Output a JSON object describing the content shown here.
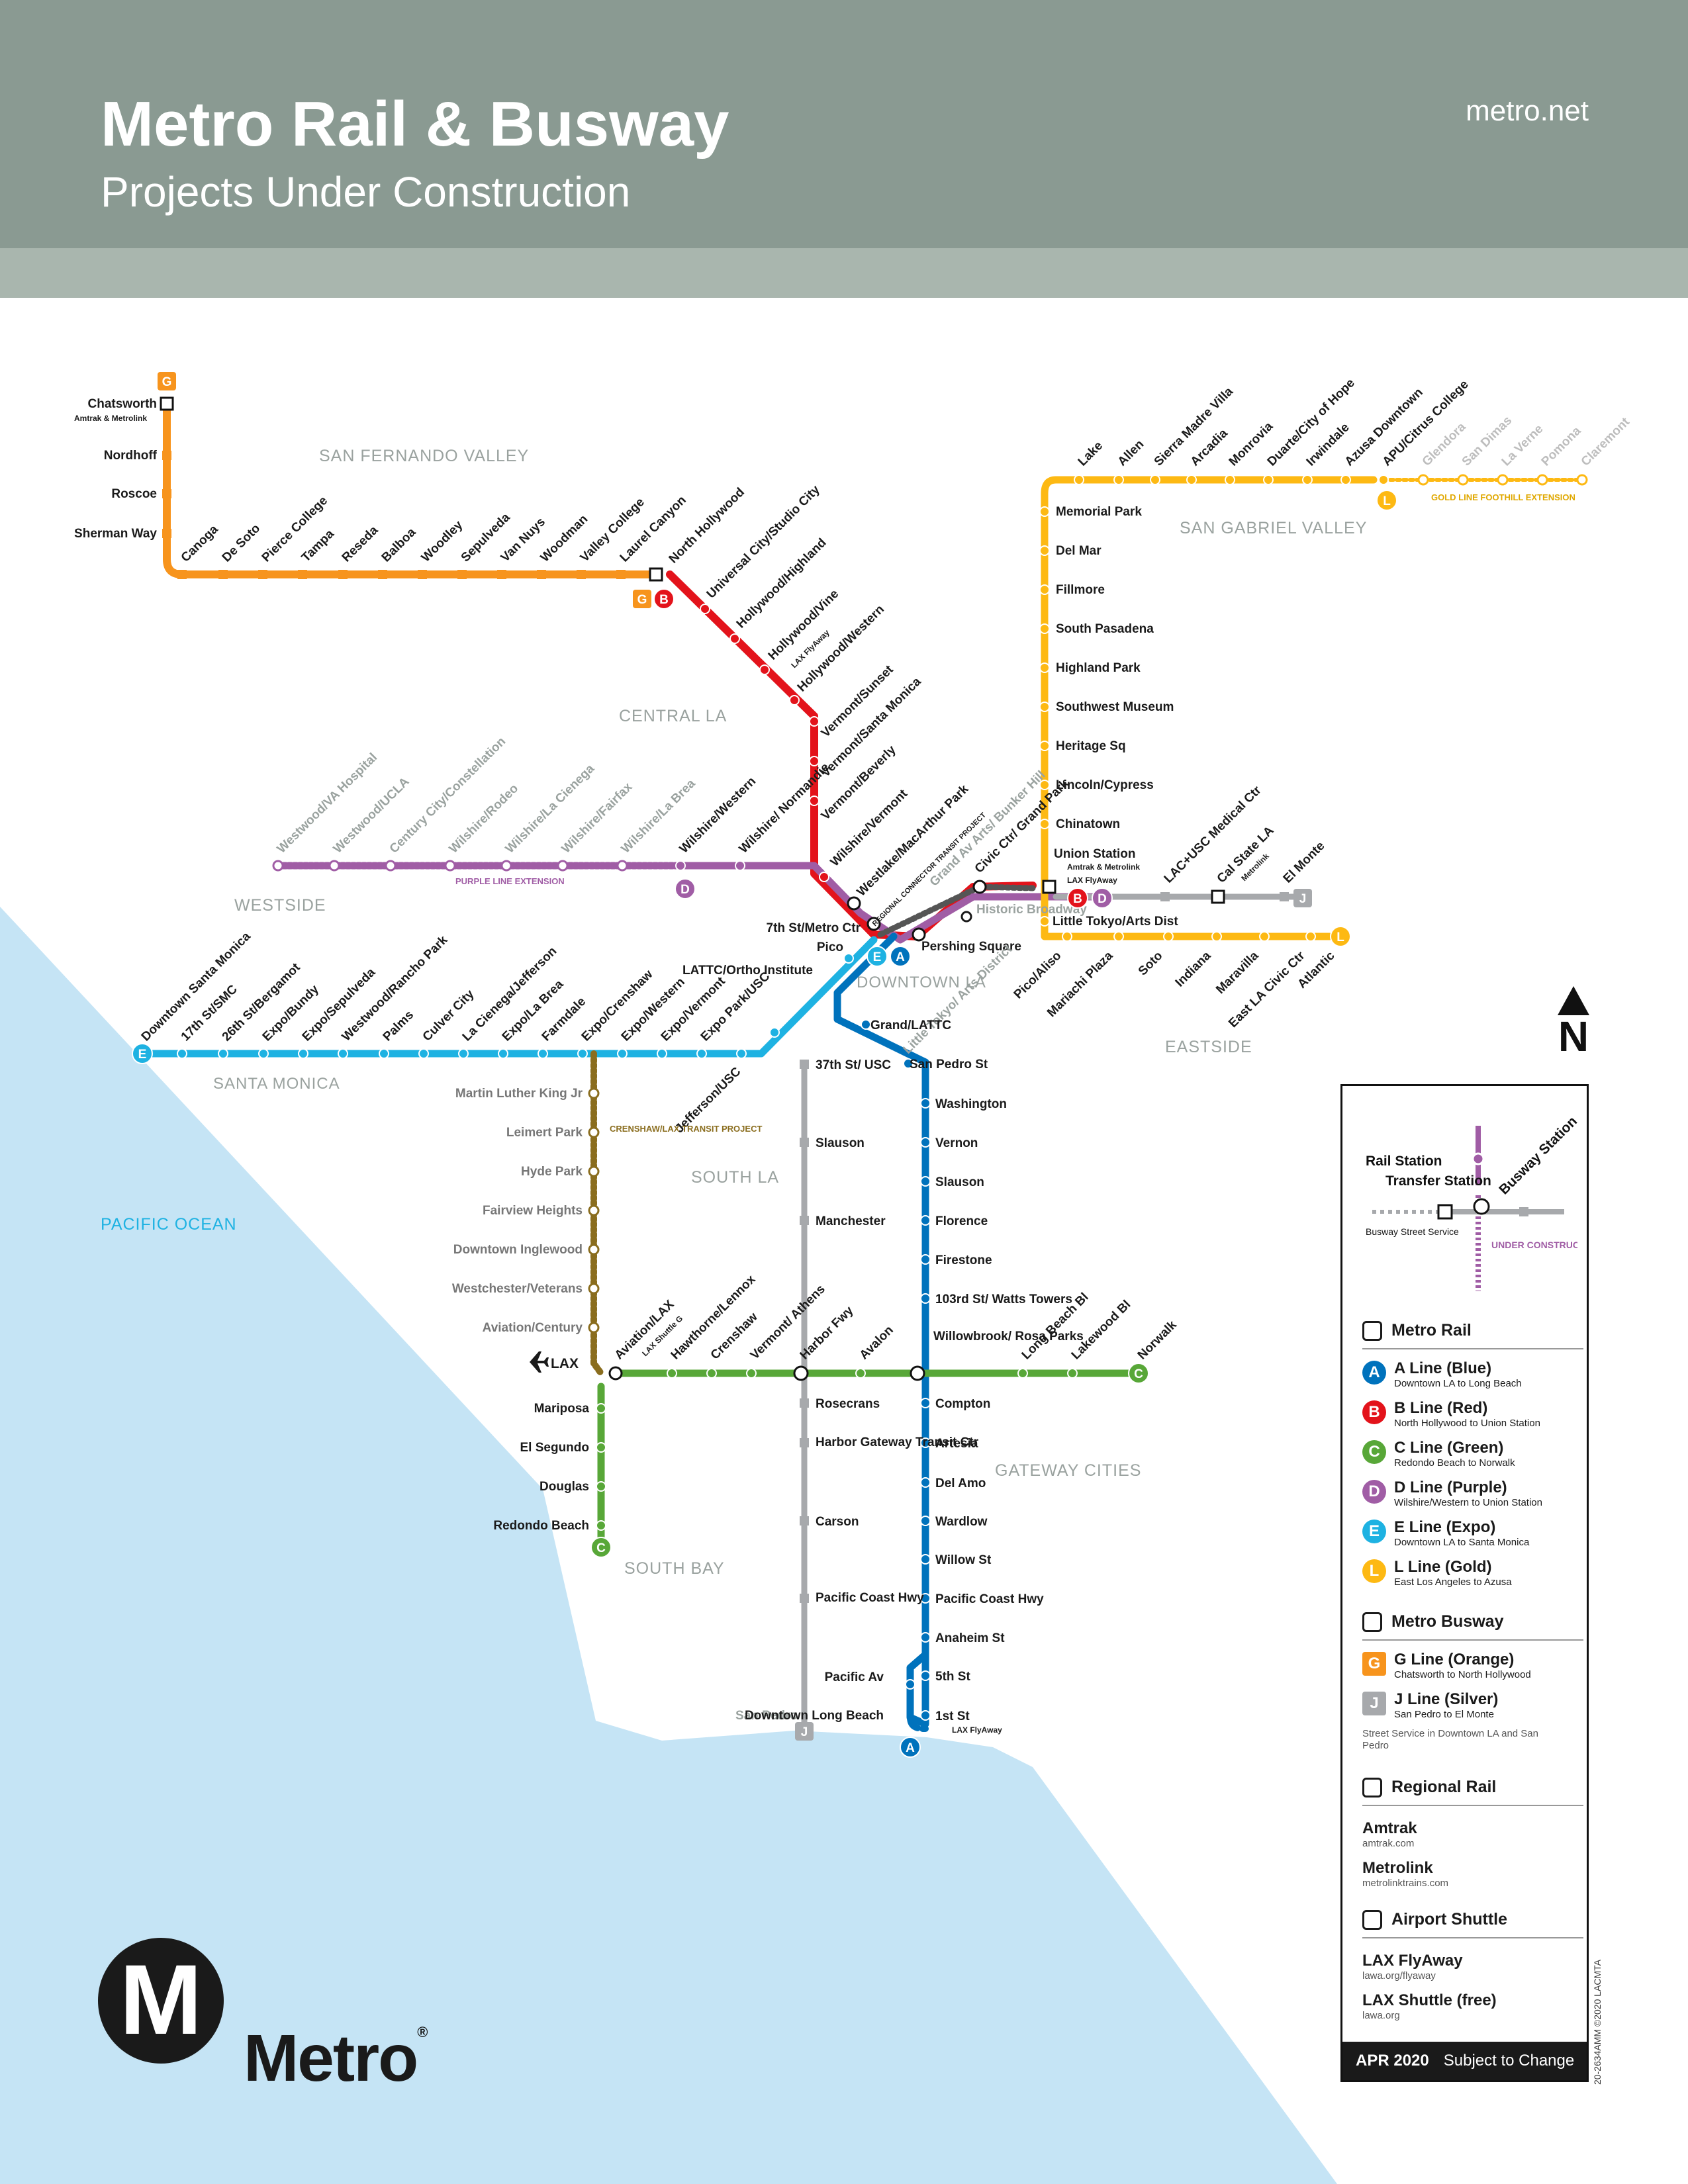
{
  "header": {
    "title": "Metro Rail & Busway",
    "subtitle": "Projects Under Construction",
    "url": "metro.net"
  },
  "regions": {
    "sfv": "SAN FERNANDO VALLEY",
    "sgv": "SAN GABRIEL VALLEY",
    "central": "CENTRAL LA",
    "westside": "WESTSIDE",
    "downtown": "DOWNTOWN LA",
    "eastside": "EASTSIDE",
    "santa_monica": "SANTA MONICA",
    "south_la": "SOUTH LA",
    "pacific": "PACIFIC OCEAN",
    "gateway": "GATEWAY CITIES",
    "south_bay": "SOUTH BAY"
  },
  "projects": {
    "purple_ext": "PURPLE LINE EXTENSION",
    "gold_ext": "GOLD LINE FOOTHILL EXTENSION",
    "crenshaw": "CRENSHAW/LAX TRANSIT PROJECT",
    "regional": "REGIONAL CONNECTOR TRANSIT PROJECT"
  },
  "stations": {
    "g_line": [
      "Chatsworth",
      "Nordhoff",
      "Roscoe",
      "Sherman Way",
      "Canoga",
      "De Soto",
      "Pierce College",
      "Tampa",
      "Reseda",
      "Balboa",
      "Woodley",
      "Sepulveda",
      "Van Nuys",
      "Woodman",
      "Valley College",
      "Laurel Canyon",
      "North Hollywood"
    ],
    "b_line": [
      "Universal City/Studio City",
      "Hollywood/Highland",
      "Hollywood/Vine",
      "Hollywood/Western",
      "Vermont/Sunset",
      "Vermont/Santa Monica",
      "Vermont/Beverly",
      "Wilshire/Vermont",
      "Westlake/MacArthur Park",
      "7th St/Metro Ctr",
      "Pershing Square",
      "Civic Ctr/ Grand Park",
      "Union Station"
    ],
    "d_line": [
      "Westwood/VA Hospital",
      "Westwood/UCLA",
      "Century City/Constellation",
      "Wilshire/Rodeo",
      "Wilshire/La Cienega",
      "Wilshire/Fairfax",
      "Wilshire/La Brea",
      "Wilshire/Western",
      "Wilshire/ Normandie"
    ],
    "l_line_north": [
      "Memorial Park",
      "Del Mar",
      "Fillmore",
      "South Pasadena",
      "Highland Park",
      "Southwest Museum",
      "Heritage Sq",
      "Lincoln/Cypress",
      "Chinatown",
      "Little Tokyo/Arts Dist"
    ],
    "l_line_foothill": [
      "Lake",
      "Allen",
      "Sierra Madre Villa",
      "Arcadia",
      "Monrovia",
      "Duarte/City of Hope",
      "Irwindale",
      "Azusa Downtown",
      "APU/Citrus College",
      "Glendora",
      "San Dimas",
      "La Verne",
      "Pomona",
      "Claremont"
    ],
    "l_line_east": [
      "Pico/Aliso",
      "Mariachi Plaza",
      "Soto",
      "Indiana",
      "Maravilla",
      "East LA Civic Ctr",
      "Atlantic"
    ],
    "j_line_east": [
      "LAC+USC Medical Ctr",
      "Cal State LA",
      "El Monte"
    ],
    "e_line": [
      "Downtown Santa Monica",
      "17th St/SMC",
      "26th St/Bergamot",
      "Expo/Bundy",
      "Expo/Sepulveda",
      "Westwood/Rancho Park",
      "Palms",
      "Culver City",
      "La Cienega/Jefferson",
      "Expo/La Brea",
      "Farmdale",
      "Expo/Crenshaw",
      "Expo/Western",
      "Expo/Vermont",
      "Expo Park/USC",
      "Jefferson/USC",
      "LATTC/Ortho Institute",
      "Pico"
    ],
    "downtown_extra": [
      "Grand Av Arts/ Bunker Hill",
      "Historic Broadway",
      "Little Tokyo/ Arts District",
      "Grand/LATTC",
      "San Pedro St"
    ],
    "crenshaw": [
      "Martin Luther King Jr",
      "Leimert Park",
      "Hyde Park",
      "Fairview Heights",
      "Downtown Inglewood",
      "Westchester/Veterans",
      "Aviation/Century"
    ],
    "c_line": [
      "Aviation/LAX",
      "Hawthorne/Lennox",
      "Crenshaw",
      "Vermont/ Athens",
      "Harbor Fwy",
      "Avalon",
      "Willowbrook/ Rosa Parks",
      "Long Beach Bl",
      "Lakewood Bl",
      "Norwalk"
    ],
    "c_south": [
      "Mariposa",
      "El Segundo",
      "Douglas",
      "Redondo Beach"
    ],
    "j_line": [
      "37th St/ USC",
      "Slauson",
      "Manchester",
      "Rosecrans",
      "Harbor Gateway Transit Ctr",
      "Carson",
      "Pacific Coast Hwy",
      "San Pedro"
    ],
    "a_line": [
      "Washington",
      "Vernon",
      "Slauson",
      "Florence",
      "Firestone",
      "103rd St/ Watts Towers",
      "Compton",
      "Artesia",
      "Del Amo",
      "Wardlow",
      "Willow St",
      "Pacific Coast Hwy",
      "Anaheim St",
      "5th St",
      "1st St",
      "Pacific Av",
      "Downtown Long Beach"
    ]
  },
  "notes": {
    "amtrak_metrolink": "Amtrak & Metrolink",
    "lax_flyaway": "LAX FlyAway",
    "metrolink": "Metrolink",
    "lax_shuttle": "LAX Shuttle G",
    "lax": "LAX"
  },
  "legend": {
    "key": {
      "rail": "Rail Station",
      "transfer": "Transfer Station",
      "busway": "Busway Station",
      "street": "Busway Street Service",
      "under": "UNDER CONSTRUCTION"
    },
    "rail_head": "Metro Rail",
    "rail_lines": [
      {
        "badge": "A",
        "name": "A Line (Blue)",
        "desc": "Downtown LA to Long Beach",
        "color": "#0072bc"
      },
      {
        "badge": "B",
        "name": "B Line (Red)",
        "desc": "North Hollywood to Union Station",
        "color": "#e3131b"
      },
      {
        "badge": "C",
        "name": "C Line (Green)",
        "desc": "Redondo Beach to Norwalk",
        "color": "#58a738"
      },
      {
        "badge": "D",
        "name": "D Line (Purple)",
        "desc": "Wilshire/Western to Union Station",
        "color": "#a05da5"
      },
      {
        "badge": "E",
        "name": "E Line (Expo)",
        "desc": "Downtown LA to Santa Monica",
        "color": "#1eb2e2"
      },
      {
        "badge": "L",
        "name": "L Line (Gold)",
        "desc": "East Los Angeles to Azusa",
        "color": "#fdb913"
      }
    ],
    "bus_head": "Metro Busway",
    "bus_lines": [
      {
        "badge": "G",
        "name": "G Line (Orange)",
        "desc": "Chatsworth to North Hollywood",
        "color": "#f7941d"
      },
      {
        "badge": "J",
        "name": "J Line (Silver)",
        "desc": "San Pedro to El Monte",
        "color": "#a7a9ac"
      }
    ],
    "street_note": "Street Service in Downtown LA and San Pedro",
    "regional_head": "Regional Rail",
    "regional": [
      {
        "name": "Amtrak",
        "url": "amtrak.com"
      },
      {
        "name": "Metrolink",
        "url": "metrolinktrains.com"
      }
    ],
    "shuttle_head": "Airport Shuttle",
    "shuttles": [
      {
        "name": "LAX FlyAway",
        "url": "lawa.org/flyaway"
      },
      {
        "name": "LAX Shuttle (free)",
        "url": "lawa.org"
      }
    ],
    "date": "APR 2020",
    "subject": "Subject to Change"
  },
  "north": "N",
  "logo": {
    "letter": "M",
    "word": "Metro"
  },
  "credit": "20-2634AMM ©2020 LACMTA"
}
